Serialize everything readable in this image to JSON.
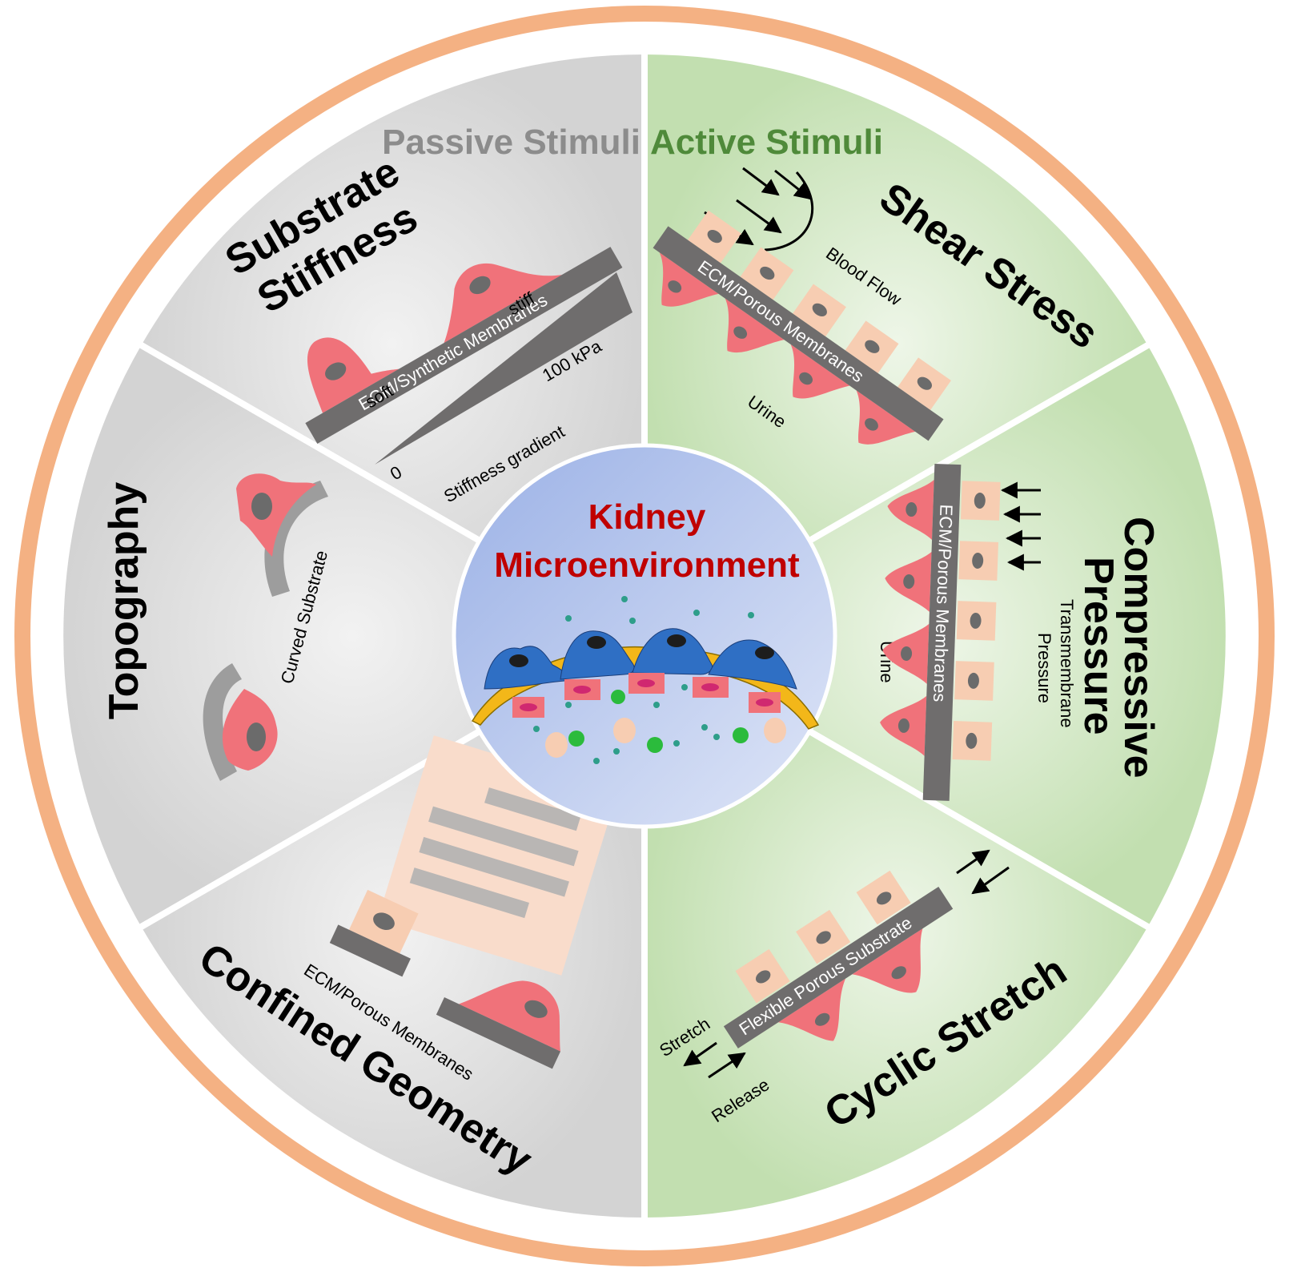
{
  "colors": {
    "ring": "#f4b183",
    "passive_fill": "#d7d7d7",
    "active_fill": "#c4e0b4",
    "passive_title": "#8c8c8c",
    "active_title": "#4f8a3a",
    "center_title": "#c00000",
    "strip": "#6f6d6d",
    "cell_red": "#f0727a",
    "cell_peach": "#f7cdb2"
  },
  "headers": {
    "passive": "Passive Stimuli",
    "active": "Active Stimuli"
  },
  "center": {
    "line1": "Kidney",
    "line2": "Microenvironment"
  },
  "segments": {
    "substrate_stiffness": {
      "title_line1": "Substrate",
      "title_line2": "Stiffness",
      "strip_label": "ECM/Synthetic Membranes",
      "soft": "soft",
      "stiff": "stiff",
      "max": "100 kPa",
      "min": "0",
      "gradient": "Stiffness gradient"
    },
    "topography": {
      "title": "Topography",
      "curved": "Curved Substrate"
    },
    "confined_geometry": {
      "title": "Confined Geometry",
      "strip_label": "ECM/Porous Membranes"
    },
    "shear_stress": {
      "title": "Shear Stress",
      "flow": "Blood Flow",
      "strip_label": "ECM/Porous Membranes",
      "urine": "Urine"
    },
    "compressive_pressure": {
      "title_line1": "Compressive",
      "title_line2": "Pressure",
      "sub_line1": "Transmembrane",
      "sub_line2": "Pressure",
      "strip_label": "ECM/Porous Membranes",
      "urine": "Urine"
    },
    "cyclic_stretch": {
      "title": "Cyclic Stretch",
      "strip_label": "Flexible Porous Substrate",
      "stretch": "Stretch",
      "release": "Release"
    }
  }
}
